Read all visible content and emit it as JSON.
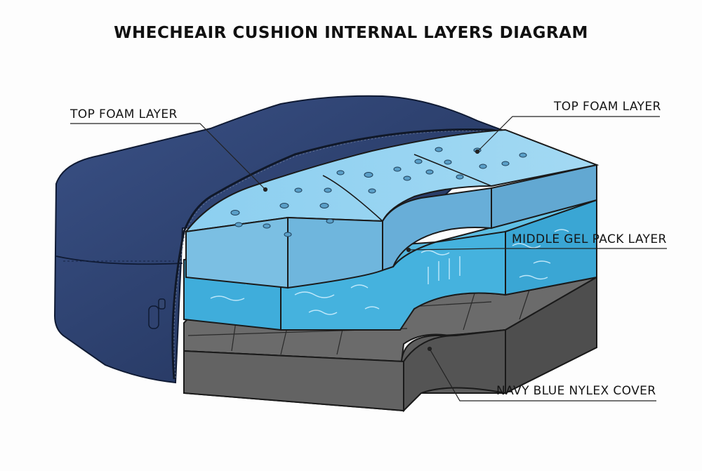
{
  "title": "WHECHEAIR CUSHION INTERNAL LAYERS DIAGRAM",
  "labels": {
    "top_left": "TOP FOAM LAYER",
    "top_right": "TOP FOAM LAYER",
    "middle": "MIDDLE GEL PACK LAYER",
    "bottom": "NAVY BLUE NYLEX COVER"
  },
  "colors": {
    "cover": "#2b3f6b",
    "foam": "#7ec3e8",
    "gel": "#4fb6df",
    "base": "#5f5f5f",
    "outline": "#1a1a1a"
  }
}
